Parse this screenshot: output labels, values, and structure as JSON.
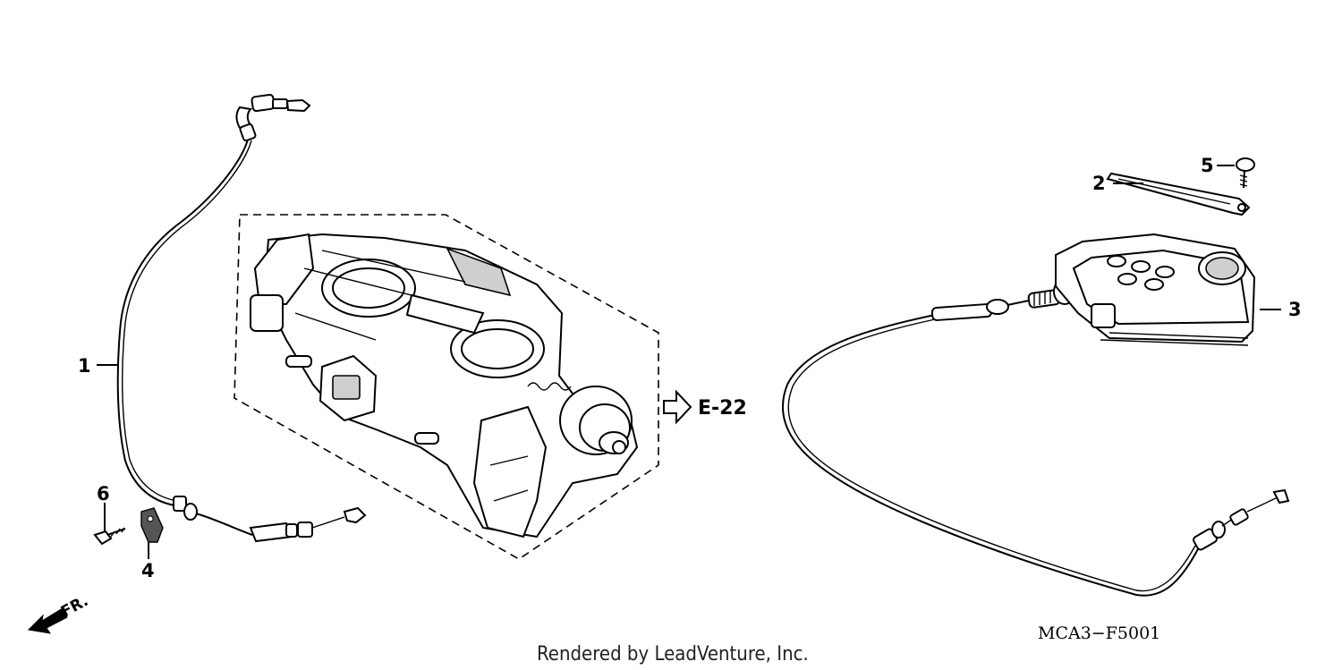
{
  "callouts": [
    {
      "id": "1",
      "label": "1"
    },
    {
      "id": "2",
      "label": "2"
    },
    {
      "id": "3",
      "label": "3"
    },
    {
      "id": "4",
      "label": "4"
    },
    {
      "id": "5",
      "label": "5"
    },
    {
      "id": "6",
      "label": "6"
    }
  ],
  "reference": {
    "label": "E-22"
  },
  "direction": {
    "label": "FR."
  },
  "diagram_code": "MCA3−F5001",
  "footer": "Rendered by LeadVenture, Inc."
}
